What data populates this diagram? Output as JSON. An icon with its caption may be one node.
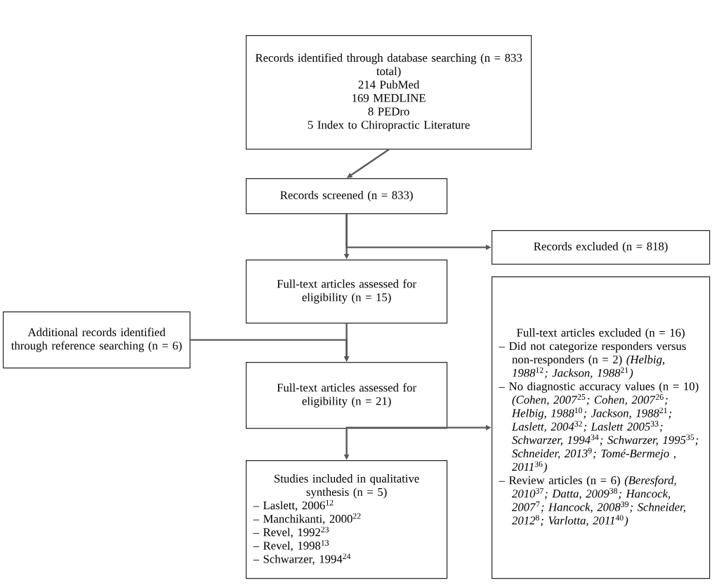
{
  "diagram": {
    "nodes": [
      {
        "text": [
          "Records identified through database searching (n = 833 total)",
          "214 PubMed",
          "169 MEDLINE",
          "8 PEDro",
          "5 Index to Chiropractic Literature"
        ]
      },
      {
        "text": [
          "Records screened (n = 833)"
        ]
      },
      {
        "text": [
          "Records excluded (n = 818)"
        ]
      },
      {
        "text": [
          "Full-text articles assessed for eligibility (n = 15)"
        ]
      },
      {
        "text": [
          "Additional records identified through reference searching (n = 6)"
        ]
      },
      {
        "text": [
          "Full-text articles assessed for eligibility (n = 21)"
        ]
      },
      {
        "text": [
          "Studies included in qualitative synthesis (n = 5)",
          "– Laslett, 2006$^{12}$",
          "– Manchikanti, 2000$^{22}$",
          "– Revel, 1992$^{23}$",
          "– Revel, 1998$^{13}$",
          "– Schwarzer, 1994$^{24}$"
        ]
      },
      {
        "text": [
          "Full-text articles excluded (n = 16)",
          "– Did not categorize responders versus non-responders (n = 2) *(Helbig, 1988*$^{12}$*; Jackson, 1988*$^{21}$*)*",
          "– No diagnostic accuracy values (n = 10) *(Cohen, 2007*$^{25}$*; Cohen, 2007*$^{26}$*; Helbig, 1988*$^{10}$*; Jackson, 1988*$^{21}$*; Laslett, 2004*$^{32}$*; Laslett 2005*$^{33}$*; Schwarzer, 1994*$^{34}$*; Schwarzer, 1995*$^{35}$*; Schneider, 2013*$^{9}$*; Tomé-Bermejo , 2011*$^{36}$*)*",
          "– Review articles (n = 6) *(Beresford, 2010*$^{37}$*; Datta, 2009*$^{38}$*; Hancock, 2007*$^{7}$*; Hancock, 2008*$^{39}$*; Schneider, 2012*$^{8}$*; Varlotta, 2011*$^{40}$*)*"
        ]
      }
    ],
    "edges": [
      {
        "from": 0,
        "to": 1,
        "arrow": "to"
      },
      {
        "from": 1,
        "to": 2,
        "arrow": "to"
      },
      {
        "from": 1,
        "to": 3,
        "arrow": "to"
      },
      {
        "from": 3,
        "to": 5,
        "arrow": "to"
      },
      {
        "from": 4,
        "to": 5,
        "arrow": "to"
      },
      {
        "from": 5,
        "to": 7,
        "arrow": "to"
      },
      {
        "from": 5,
        "to": 6,
        "arrow": "to"
      }
    ]
  }
}
